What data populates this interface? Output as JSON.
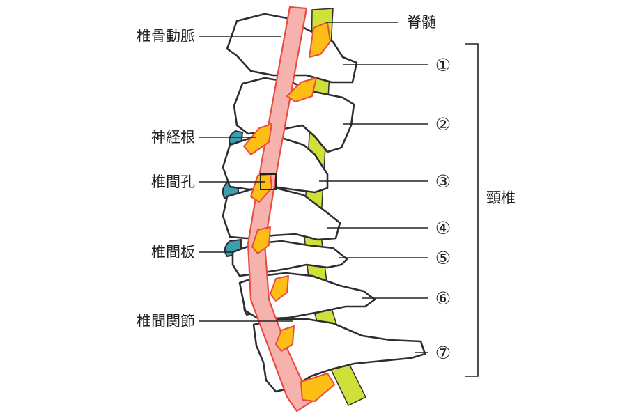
{
  "labels": {
    "spinal_cord": "脊髄",
    "vertebral_artery": "椎骨動脈",
    "nerve_root": "神経根",
    "intervertebral_foramen": "椎間孔",
    "intervertebral_disc": "椎間板",
    "facet_joint": "椎間関節",
    "cervical_spine": "頸椎"
  },
  "vertebrae": [
    "①",
    "②",
    "③",
    "④",
    "⑤",
    "⑥",
    "⑦"
  ],
  "colors": {
    "spinal_cord": "#cfe038",
    "artery_fill": "#f6b3ae",
    "artery_stroke": "#ea4a40",
    "nerve_root": "#fdbf16",
    "disc": "#3d9eb0",
    "outline": "#2d2d33"
  }
}
